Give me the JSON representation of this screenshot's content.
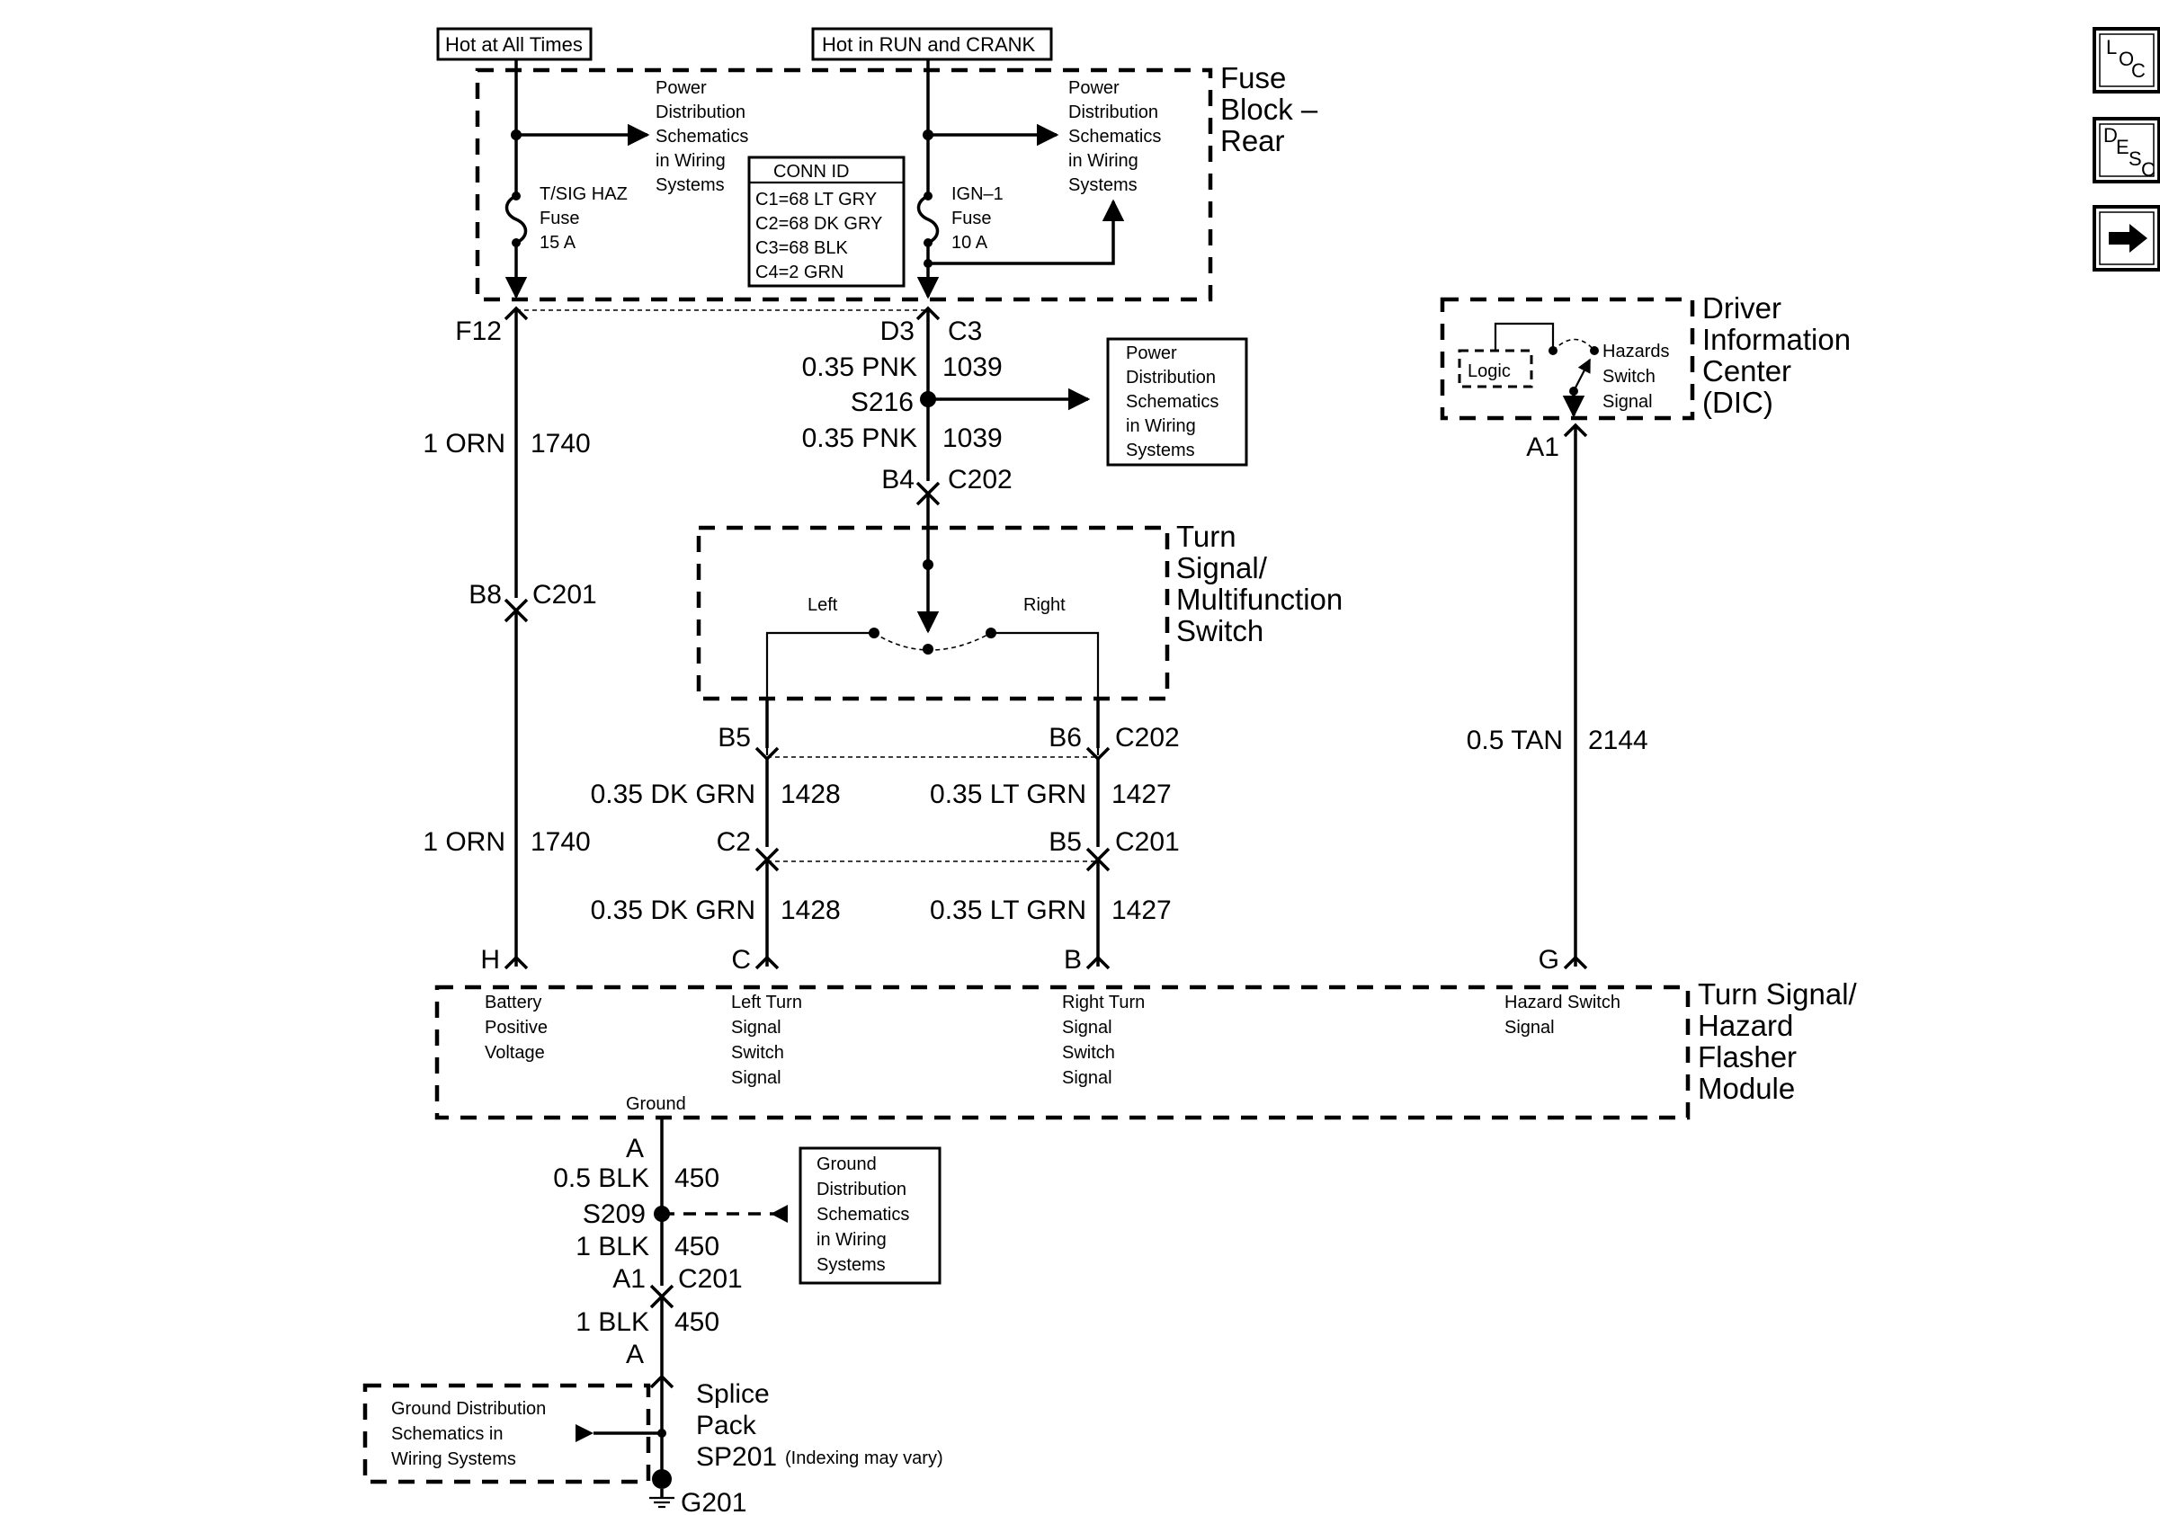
{
  "supplies": {
    "hot_at_all_times": "Hot at All Times",
    "hot_in_run_crank": "Hot in RUN and CRANK"
  },
  "fuse_block": {
    "name_1": "Fuse",
    "name_2": "Block –",
    "name_3": "Rear",
    "pd_left": [
      "Power",
      "Distribution",
      "Schematics",
      "in Wiring",
      "Systems"
    ],
    "pd_right": [
      "Power",
      "Distribution",
      "Schematics",
      "in Wiring",
      "Systems"
    ],
    "fuse_left": [
      "T/SIG HAZ",
      "Fuse",
      "15 A"
    ],
    "fuse_right": [
      "IGN–1",
      "Fuse",
      "10 A"
    ],
    "conn_id_title": "CONN ID",
    "conn_id_rows": [
      "C1=68 LT GRY",
      "C2=68 DK GRY",
      "C3=68 BLK",
      "C4=2 GRN"
    ]
  },
  "left_circuit": {
    "f12": "F12",
    "wire_top": "1 ORN",
    "circuit_top": "1740",
    "b8": "B8",
    "c201": "C201",
    "wire_bottom": "1 ORN",
    "circuit_bottom": "1740",
    "h": "H"
  },
  "center_circuit": {
    "d3": "D3",
    "c3": "C3",
    "wire_1": "0.35 PNK",
    "circuit_1": "1039",
    "splice": "S216",
    "wire_2": "0.35 PNK",
    "circuit_2": "1039",
    "b4": "B4",
    "c202": "C202",
    "pd_box": [
      "Power",
      "Distribution",
      "Schematics",
      "in Wiring",
      "Systems"
    ]
  },
  "turn_switch": {
    "name": [
      "Turn",
      "Signal/",
      "Multifunction",
      "Switch"
    ],
    "left": "Left",
    "right": "Right"
  },
  "switch_outputs": {
    "b5": "B5",
    "b6": "B6",
    "c202": "C202",
    "left_wire_1": "0.35 DK GRN",
    "left_circuit_1": "1428",
    "right_wire_1": "0.35 LT GRN",
    "right_circuit_1": "1427",
    "c2": "C2",
    "b5b": "B5",
    "c201": "C201",
    "left_wire_2": "0.35 DK GRN",
    "left_circuit_2": "1428",
    "right_wire_2": "0.35 LT GRN",
    "right_circuit_2": "1427",
    "c_pin": "C",
    "b_pin": "B"
  },
  "dic": {
    "name": [
      "Driver",
      "Information",
      "Center",
      "(DIC)"
    ],
    "logic": "Logic",
    "switch": [
      "Hazards",
      "Switch",
      "Signal"
    ],
    "a1": "A1",
    "wire": "0.5 TAN",
    "circuit": "2144",
    "g_pin": "G"
  },
  "flasher_module": {
    "name": [
      "Turn Signal/",
      "Hazard",
      "Flasher",
      "Module"
    ],
    "battery": [
      "Battery",
      "Positive",
      "Voltage"
    ],
    "left_turn": [
      "Left Turn",
      "Signal",
      "Switch",
      "Signal"
    ],
    "right_turn": [
      "Right Turn",
      "Signal",
      "Switch",
      "Signal"
    ],
    "hazard": [
      "Hazard Switch",
      "Signal"
    ],
    "ground": "Ground"
  },
  "ground_circuit": {
    "a_pin": "A",
    "wire_1": "0.5 BLK",
    "circuit_1": "450",
    "splice": "S209",
    "wire_2": "1 BLK",
    "circuit_2": "450",
    "a1": "A1",
    "c201": "C201",
    "wire_3": "1 BLK",
    "circuit_3": "450",
    "a_pin_2": "A",
    "gd_box": [
      "Ground",
      "Distribution",
      "Schematics",
      "in Wiring",
      "Systems"
    ],
    "splice_pack": [
      "Splice",
      "Pack",
      "SP201"
    ],
    "indexing": "(Indexing may vary)",
    "gd_left": [
      "Ground Distribution",
      "Schematics in",
      "Wiring Systems"
    ],
    "ground_point": "G201"
  },
  "navigation": {
    "loc": [
      "L",
      "O",
      "C"
    ],
    "desc": [
      "D",
      "E",
      "S",
      "C"
    ],
    "next_icon": "arrow-right-icon"
  }
}
